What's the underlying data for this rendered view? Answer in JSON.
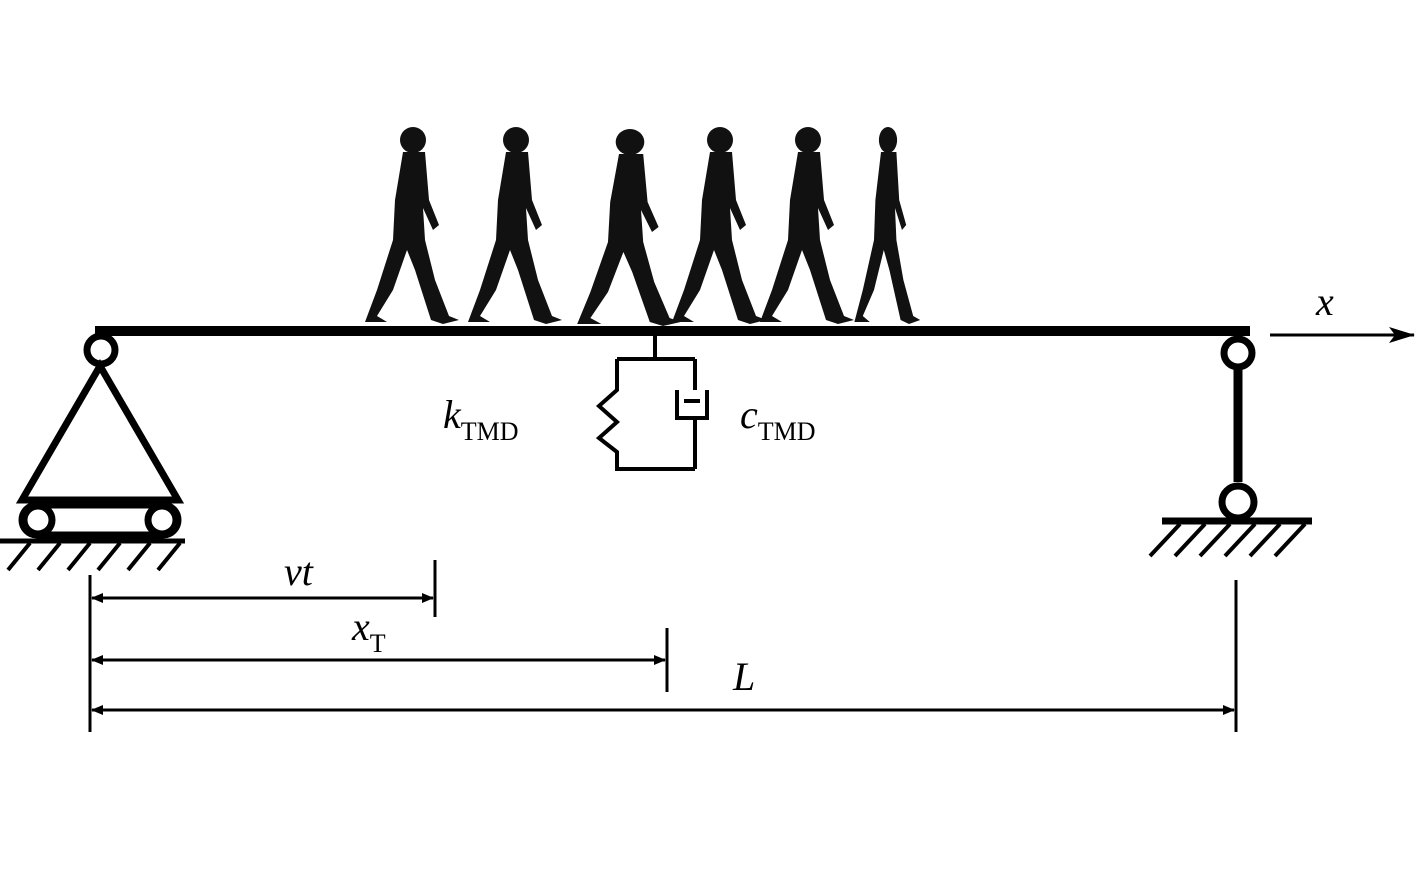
{
  "labels": {
    "x_axis": "x",
    "k": "k",
    "k_sub": "TMD",
    "c": "c",
    "c_sub": "TMD",
    "vt": "vt",
    "xT": "x",
    "xT_sub": "T",
    "L": "L"
  },
  "pedestrian_count": 6,
  "colors": {
    "ink": "#000000",
    "background": "#ffffff"
  }
}
